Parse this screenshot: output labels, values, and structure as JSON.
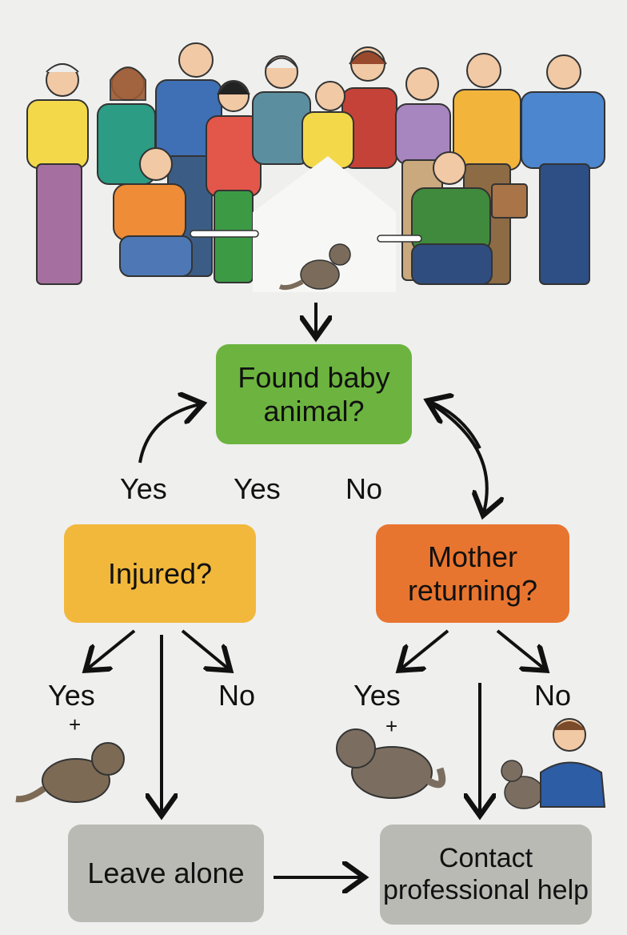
{
  "nodes": {
    "found": {
      "label": "Found baby animal?",
      "color": "#6cb43f"
    },
    "injured": {
      "label": "Injured?",
      "color": "#f2b83c"
    },
    "mother": {
      "label": "Mother returning?",
      "color": "#e8752f"
    },
    "leave": {
      "label": "Leave alone",
      "color": "#b9bab4"
    },
    "contact": {
      "label": "Contact professional help",
      "color": "#b9bab4"
    }
  },
  "edge_labels": {
    "top_yes_1": "Yes",
    "top_yes_2": "Yes",
    "top_no": "No",
    "injured_yes": "Yes",
    "injured_plus": "+",
    "injured_no": "No",
    "mother_yes": "Yes",
    "mother_plus": "+",
    "mother_no": "No"
  }
}
